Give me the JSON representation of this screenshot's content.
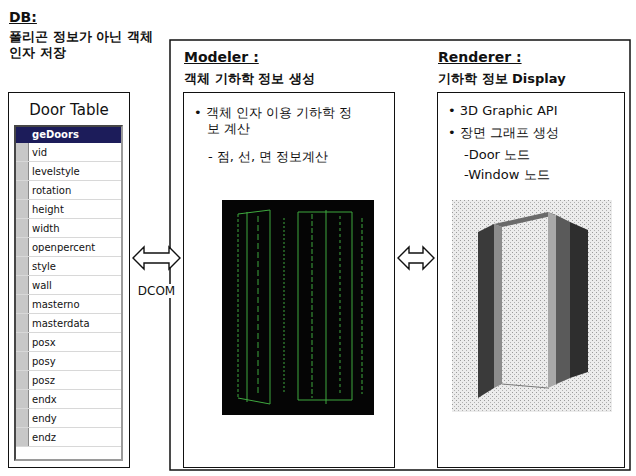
{
  "diagram": {
    "nodes": [
      {
        "text": [
          "DB:",
          "폴리곤 정보가 아닌 객체 인자 저장",
          "Door Table"
        ]
      },
      {
        "text": [
          "geDoors"
        ],
        "in": 0
      },
      {
        "text": [
          "Modeler :",
          "객체 기하학 정보 생성",
          "• 객체 인자 이용 기하학 정보 계산",
          "- 점, 선, 면 정보계산"
        ]
      },
      {
        "text": [
          "Renderer :",
          "기하학 정보 Display",
          "• 3D Graphic API",
          "• 장면 그래프 생성",
          "-Door 노드",
          "-Window 노드"
        ]
      }
    ],
    "edges": [
      {
        "from": 0,
        "to": 2,
        "arrow": "both",
        "label": "DCOM"
      },
      {
        "from": 2,
        "to": 3,
        "arrow": "both"
      }
    ],
    "labels": [
      "vid",
      "levelstyle",
      "rotation",
      "height",
      "width",
      "openpercent",
      "style",
      "wall",
      "masterno",
      "masterdata",
      "posx",
      "posy",
      "posz",
      "endx",
      "endy",
      "endz"
    ]
  }
}
